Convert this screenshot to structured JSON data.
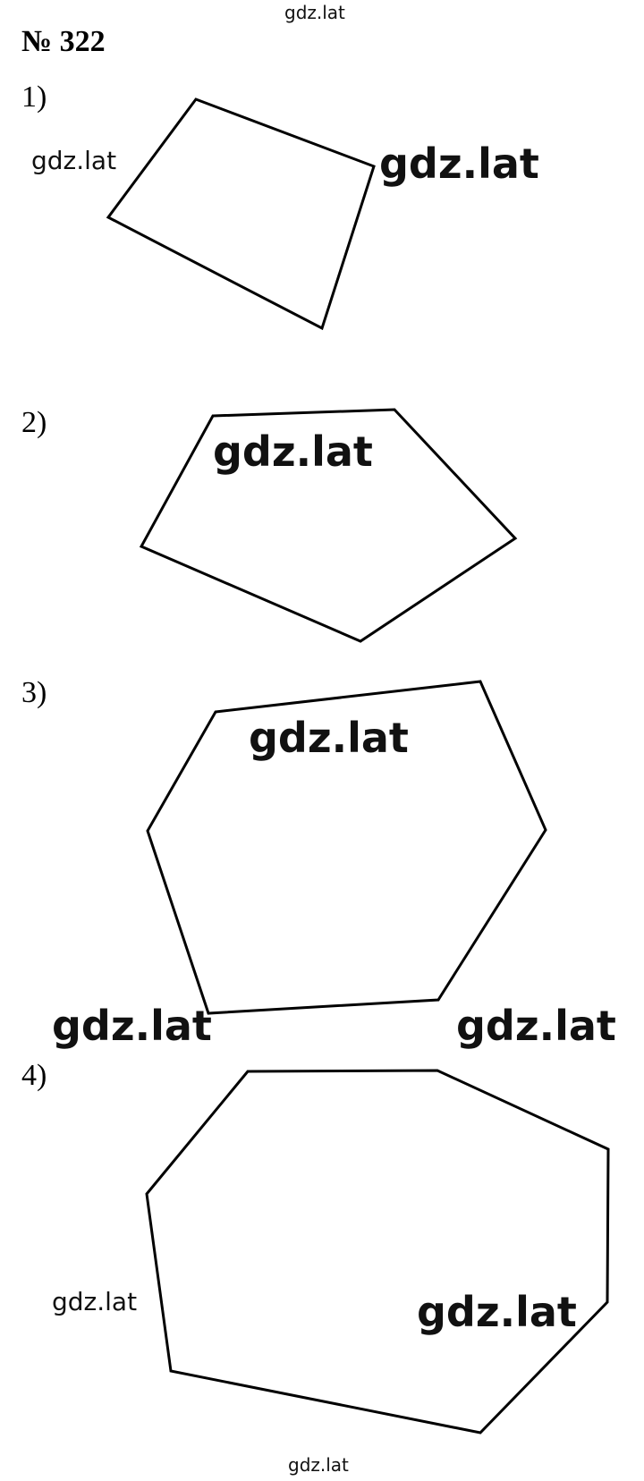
{
  "watermark": {
    "text": "gdz.lat"
  },
  "problem": {
    "number": "№ 322"
  },
  "items": [
    {
      "label": "1)",
      "shape": "quadrilateral"
    },
    {
      "label": "2)",
      "shape": "pentagon"
    },
    {
      "label": "3)",
      "shape": "hexagon"
    },
    {
      "label": "4)",
      "shape": "heptagon"
    }
  ]
}
